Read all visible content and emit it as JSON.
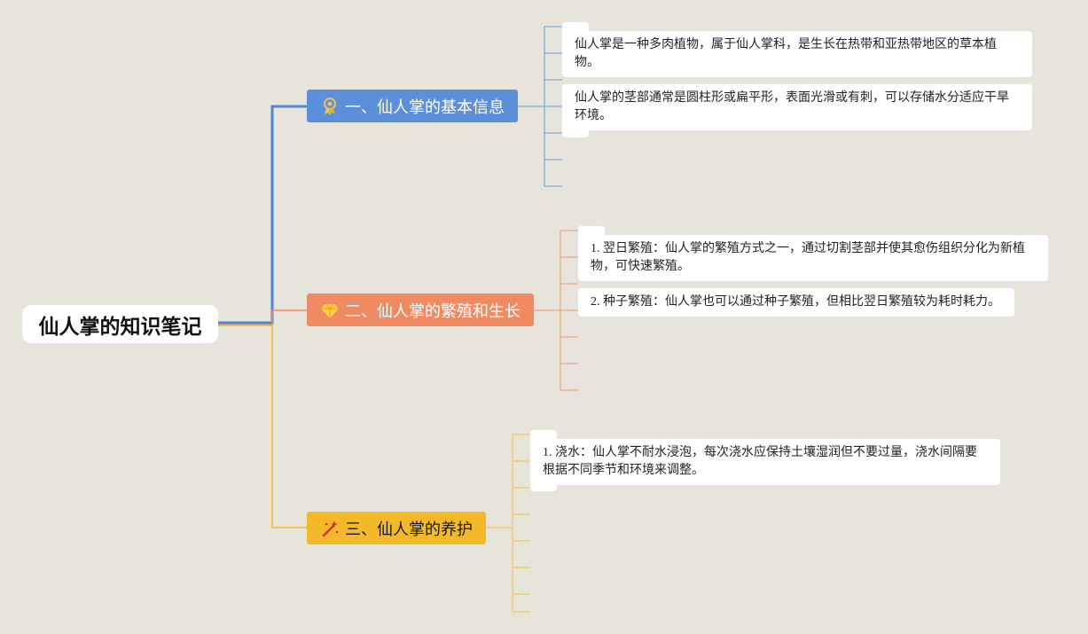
{
  "root": {
    "title": "仙人掌的知识笔记"
  },
  "branches": [
    {
      "label": "一、仙人掌的基本信息",
      "icon": "award-ribbon-icon",
      "color": "#5b8fd9",
      "notes": [
        "仙人掌是一种多肉植物，属于仙人掌科，是生长在热带和亚热带地区的草本植物。",
        "仙人掌的茎部通常是圆柱形或扁平形，表面光滑或有刺，可以存储水分适应干旱环境。"
      ]
    },
    {
      "label": "二、仙人掌的繁殖和生长",
      "icon": "diamond-icon",
      "color": "#f08a63",
      "notes": [
        "1. 翌日繁殖：仙人掌的繁殖方式之一，通过切割茎部并使其愈伤组织分化为新植物，可快速繁殖。",
        "2. 种子繁殖：仙人掌也可以通过种子繁殖，但相比翌日繁殖较为耗时耗力。"
      ]
    },
    {
      "label": "三、仙人掌的养护",
      "icon": "magic-wand-icon",
      "color": "#f3b928",
      "notes": [
        "1. 浇水：仙人掌不耐水浸泡，每次浇水应保持土壤湿润但不要过量，浇水间隔要根据不同季节和环境来调整。"
      ]
    }
  ]
}
